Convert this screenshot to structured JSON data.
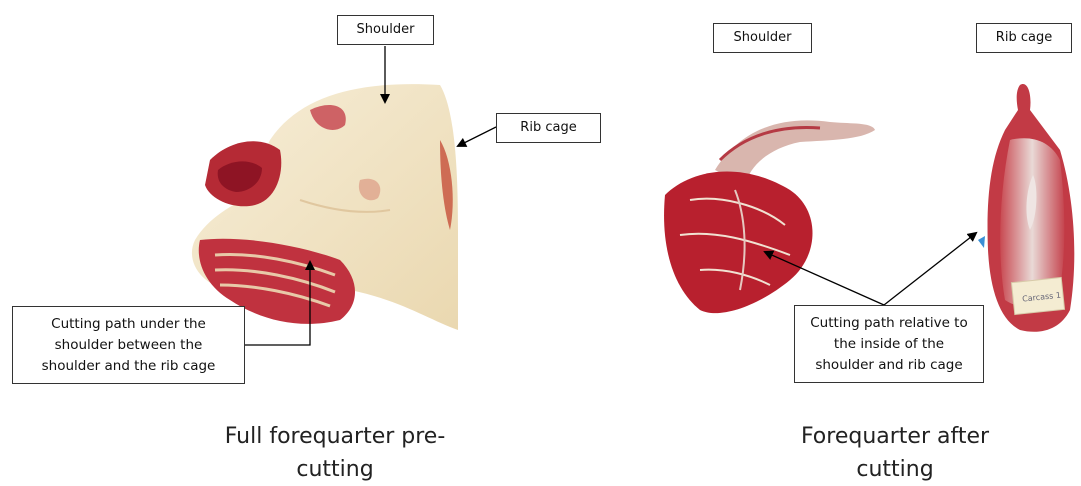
{
  "left_panel": {
    "labels": {
      "shoulder": "Shoulder",
      "rib_cage": "Rib cage",
      "cutting_path": "Cutting path under the shoulder between the shoulder and the rib cage"
    },
    "caption_line1": "Full forequarter pre-",
    "caption_line2": "cutting"
  },
  "right_panel": {
    "labels": {
      "shoulder": "Shoulder",
      "rib_cage": "Rib cage",
      "cutting_path": "Cutting path relative to the inside of the shoulder and rib cage"
    },
    "caption_line1": "Forequarter after",
    "caption_line2": "cutting",
    "tag_text": "Carcass 1"
  },
  "colors": {
    "meat_red": "#b8202e",
    "meat_dark": "#8e1424",
    "fat": "#f3e6c8",
    "fat_shadow": "#e2cfa6",
    "membrane": "#d8c7c7",
    "arrow": "#000000",
    "blue_marker": "#3a8fd6"
  }
}
